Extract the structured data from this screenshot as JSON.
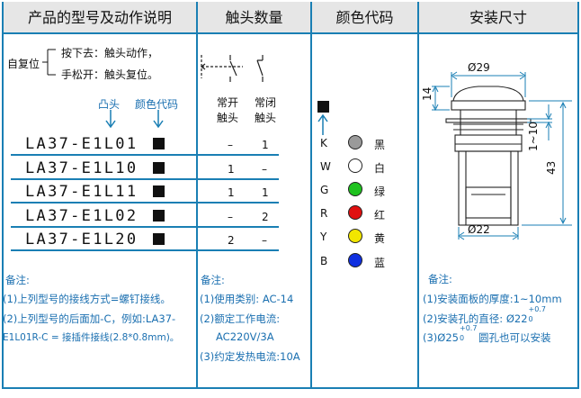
{
  "headers": {
    "col1": "产品的型号及动作说明",
    "col2": "触头数量",
    "col3": "颜色代码",
    "col4": "安装尺寸"
  },
  "action": {
    "label": "自复位",
    "press": "按下去：触头动作，",
    "release": "手松开：触头复位。"
  },
  "legend": {
    "cam": "凸头",
    "color_code": "颜色代码"
  },
  "contacts": {
    "no_label_1": "常开",
    "no_label_2": "触头",
    "nc_label_1": "常闭",
    "nc_label_2": "触头"
  },
  "models": [
    {
      "name": "LA37-E1L01",
      "no": "–",
      "nc": "1"
    },
    {
      "name": "LA37-E1L10",
      "no": "1",
      "nc": "–"
    },
    {
      "name": "LA37-E1L11",
      "no": "1",
      "nc": "1"
    },
    {
      "name": "LA37-E1L02",
      "no": "–",
      "nc": "2"
    },
    {
      "name": "LA37-E1L20",
      "no": "2",
      "nc": "–"
    }
  ],
  "colors": [
    {
      "code": "K",
      "name": "黑",
      "hex": "#9a9a9a"
    },
    {
      "code": "W",
      "name": "白",
      "hex": "#ffffff"
    },
    {
      "code": "G",
      "name": "绿",
      "hex": "#1fc21f"
    },
    {
      "code": "R",
      "name": "红",
      "hex": "#e01010"
    },
    {
      "code": "Y",
      "name": "黄",
      "hex": "#f2e600"
    },
    {
      "code": "B",
      "name": "蓝",
      "hex": "#1030e0"
    }
  ],
  "dimensions": {
    "d29": "Ø29",
    "d22": "Ø22",
    "h14": "14",
    "h1_10": "1~10",
    "h43": "43"
  },
  "notes1": {
    "title": "备注:",
    "line1": "(1)上列型号的接线方式=螺钉接线。",
    "line2": "(2)上列型号的后面加-C，例如:LA37-",
    "line3": "E1L01R-C = 接插件接线(2.8*0.8mm)。"
  },
  "notes2": {
    "title": "备注:",
    "line1": "(1)使用类别: AC-14",
    "line2": "(2)额定工作电流:",
    "line3": "AC220V/3A",
    "line4": "(3)约定发热电流:10A"
  },
  "notes3": {
    "title": "备注:",
    "line1": "(1)安装面板的厚度:1~10mm",
    "line2": "(2)安装孔的直径: Ø22",
    "line2_sup": "+0.7",
    "line2_sub": "0",
    "line3_pre": "(3)Ø25",
    "line3_sup": "+0.7",
    "line3_sub": "0",
    "line3_post": "圆孔也可以安装"
  }
}
